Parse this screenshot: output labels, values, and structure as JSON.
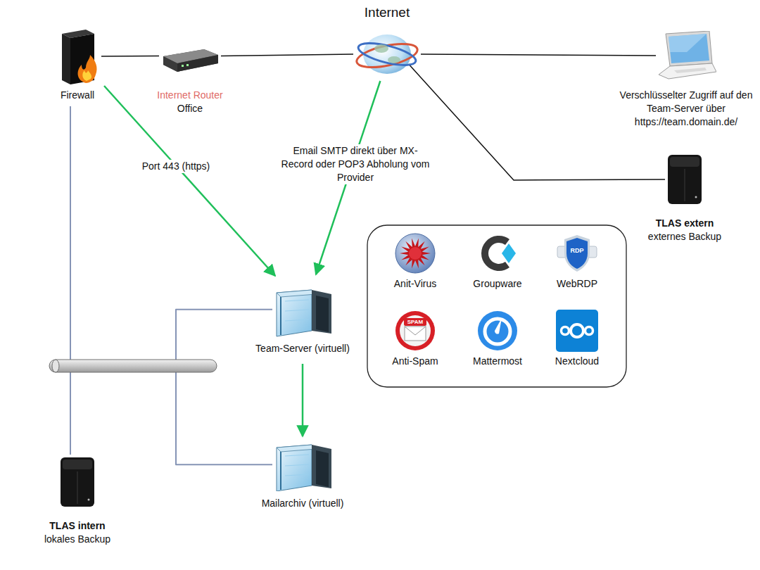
{
  "diagram": {
    "nodes": [
      {
        "text": [
          "Firewall"
        ]
      },
      {
        "text": [
          "Internet Router",
          "Office"
        ]
      },
      {
        "text": [
          "Internet"
        ]
      },
      {
        "text": [
          "Verschlüsselter Zugriff auf den Team-Server über https://team.domain.de/"
        ]
      },
      {
        "text": [
          "TLAS extern",
          "externes Backup"
        ]
      },
      {
        "text": [
          "Team-Server (virtuell)"
        ]
      },
      {
        "text": [
          "Anit-Virus"
        ]
      },
      {
        "text": [
          "Groupware"
        ]
      },
      {
        "text": [
          "WebRDP"
        ]
      },
      {
        "text": [
          "Anti-Spam"
        ]
      },
      {
        "text": [
          "Mattermost"
        ]
      },
      {
        "text": [
          "Nextcloud"
        ]
      },
      {
        "text": [
          "Mailarchiv (virtuell)"
        ]
      },
      {
        "text": [
          "TLAS intern",
          "lokales Backup"
        ]
      }
    ],
    "edges": [
      {
        "from": 0,
        "to": 1,
        "arrow": "none"
      },
      {
        "from": 1,
        "to": 2,
        "arrow": "none"
      },
      {
        "from": 2,
        "to": 3,
        "arrow": "none"
      },
      {
        "from": 2,
        "to": 4,
        "arrow": "none"
      },
      {
        "from": 0,
        "to": 5,
        "label": "Port 443 (https)",
        "arrow": "to"
      },
      {
        "from": 2,
        "to": 5,
        "label": "Email SMTP direkt über MX-Record oder POP3 Abholung vom Provider",
        "arrow": "to"
      },
      {
        "from": 5,
        "to": 12,
        "arrow": "to"
      },
      {
        "from": 0,
        "to": 13,
        "arrow": "none"
      },
      {
        "from": 0,
        "to": 5,
        "arrow": "none"
      },
      {
        "from": 0,
        "to": 12,
        "arrow": "none"
      }
    ],
    "labels": [
      "RDP",
      "SPAM"
    ]
  }
}
